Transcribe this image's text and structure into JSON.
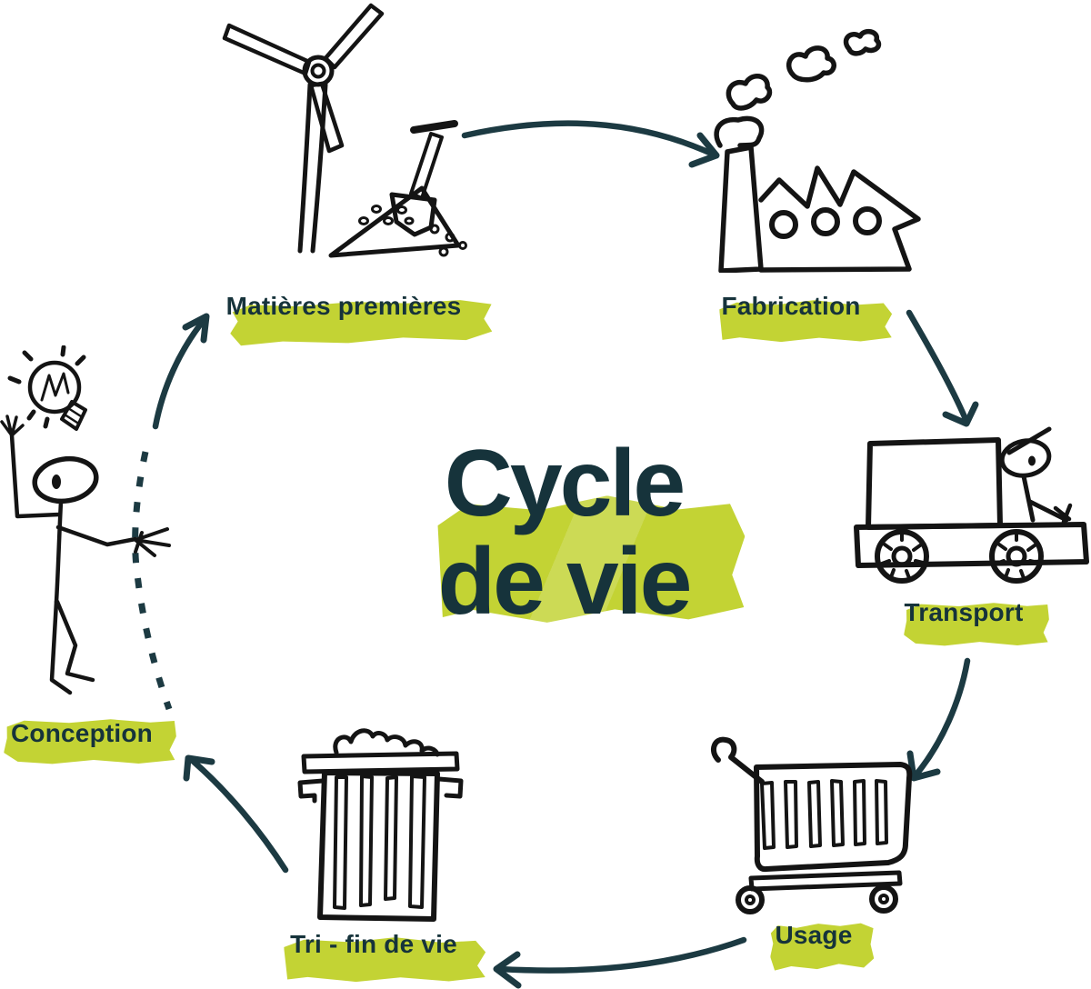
{
  "title": {
    "line1": "Cycle",
    "line2": "de vie",
    "full": "Cycle de vie"
  },
  "diagram": {
    "type": "cycle",
    "direction": "clockwise",
    "stage_count": 6
  },
  "colors": {
    "background": "#ffffff",
    "highlight_green": "#c3d334",
    "text_teal": "#16333b",
    "arrow_teal": "#1c3a42",
    "icon_ink": "#141414"
  },
  "stages": [
    {
      "label": "Matières premières",
      "icon": "wind-turbine-shovel-icon",
      "position": "top-left"
    },
    {
      "label": "Fabrication",
      "icon": "factory-icon",
      "position": "top-right"
    },
    {
      "label": "Transport",
      "icon": "delivery-truck-icon",
      "position": "right"
    },
    {
      "label": "Usage",
      "icon": "shopping-cart-icon",
      "position": "bottom-right"
    },
    {
      "label": "Tri - fin de vie",
      "icon": "trash-bin-icon",
      "position": "bottom-left"
    },
    {
      "label": "Conception",
      "icon": "person-lightbulb-icon",
      "position": "left"
    }
  ],
  "connectors": [
    {
      "from": "Conception",
      "to": "Matières premières",
      "style": "solid-arrow"
    },
    {
      "from": "Matières premières",
      "to": "Fabrication",
      "style": "solid-arrow"
    },
    {
      "from": "Fabrication",
      "to": "Transport",
      "style": "solid-arrow"
    },
    {
      "from": "Transport",
      "to": "Usage",
      "style": "solid-arrow"
    },
    {
      "from": "Usage",
      "to": "Tri - fin de vie",
      "style": "solid-arrow"
    },
    {
      "from": "Tri - fin de vie",
      "to": "Conception",
      "style": "solid-arrow"
    },
    {
      "from": "Conception",
      "to": "cycle-sketch",
      "style": "dashed-line"
    }
  ]
}
